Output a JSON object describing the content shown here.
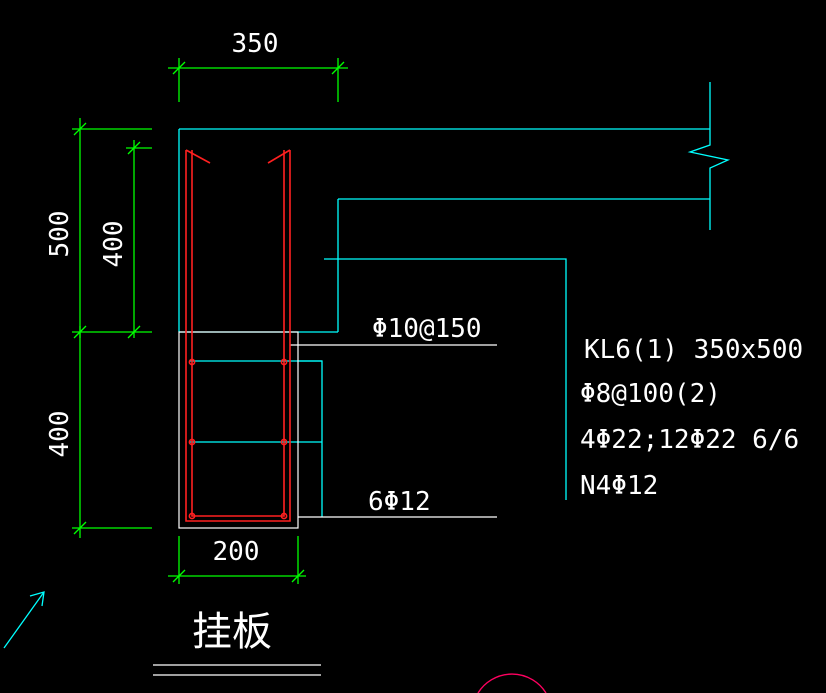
{
  "dimensions": {
    "top_width": "350",
    "total_height": "500",
    "inner_height": "400",
    "lower_height": "400",
    "bottom_width": "200"
  },
  "callouts": {
    "stirrup_upper": "Φ10@150",
    "bottom_bars": "6Φ12"
  },
  "beam_spec": {
    "line1": "KL6(1) 350x500",
    "line2": "Φ8@100(2)",
    "line3": "4Φ22;12Φ22 6/6",
    "line4": "N4Φ12"
  },
  "section_title": "挂板",
  "colors": {
    "background": "#000000",
    "dimension_lines": "#00ff00",
    "beam_outline": "#00ffff",
    "rebar": "#ff2020",
    "text": "#ffffff",
    "accent_arc": "#ff0060"
  }
}
